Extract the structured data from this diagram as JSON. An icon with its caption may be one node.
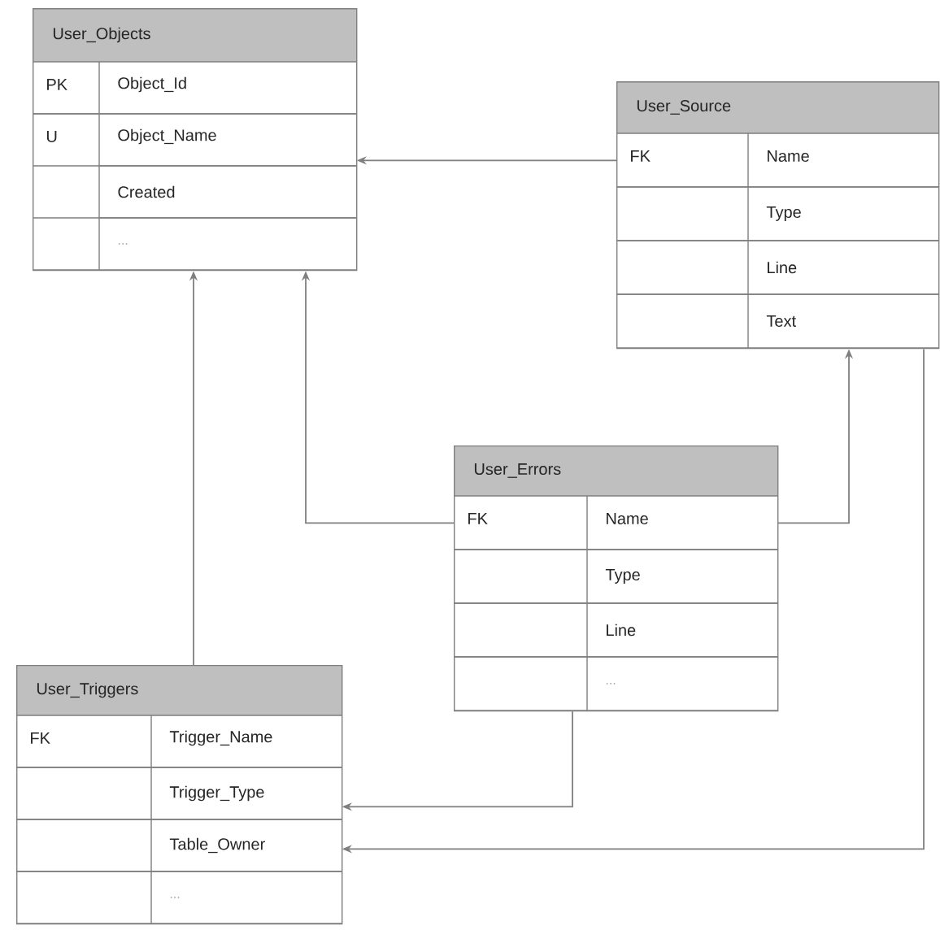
{
  "diagram": {
    "nodes": [
      {
        "text": [
          "User_Objects"
        ]
      },
      {
        "text": [
          "PK",
          "Object_Id"
        ],
        "in": 0
      },
      {
        "text": [
          "U",
          "Object_Name"
        ],
        "in": 0
      },
      {
        "text": [
          "Created"
        ],
        "in": 0
      },
      {
        "text": [
          "..."
        ],
        "in": 0
      },
      {
        "text": [
          "User_Source"
        ]
      },
      {
        "text": [
          "FK",
          "Name"
        ],
        "in": 5
      },
      {
        "text": [
          "Type"
        ],
        "in": 5
      },
      {
        "text": [
          "Line"
        ],
        "in": 5
      },
      {
        "text": [
          "Text"
        ],
        "in": 5
      },
      {
        "text": [
          "User_Errors"
        ]
      },
      {
        "text": [
          "FK",
          "Name"
        ],
        "in": 10
      },
      {
        "text": [
          "Type"
        ],
        "in": 10
      },
      {
        "text": [
          "Line"
        ],
        "in": 10
      },
      {
        "text": [
          "..."
        ],
        "in": 10
      },
      {
        "text": [
          "User_Triggers"
        ]
      },
      {
        "text": [
          "FK",
          "Trigger_Name"
        ],
        "in": 15
      },
      {
        "text": [
          "Trigger_Type"
        ],
        "in": 15
      },
      {
        "text": [
          "Table_Owner"
        ],
        "in": 15
      },
      {
        "text": [
          "..."
        ],
        "in": 15
      }
    ],
    "edges": [
      {
        "from": 6,
        "to": 2,
        "arrow": "to"
      },
      {
        "from": 11,
        "to": 0,
        "arrow": "to"
      },
      {
        "from": 11,
        "to": 5,
        "arrow": "to"
      },
      {
        "from": 15,
        "to": 0,
        "arrow": "to"
      },
      {
        "from": 10,
        "to": 17,
        "arrow": "to"
      },
      {
        "from": 5,
        "to": 18,
        "arrow": "to"
      }
    ]
  }
}
